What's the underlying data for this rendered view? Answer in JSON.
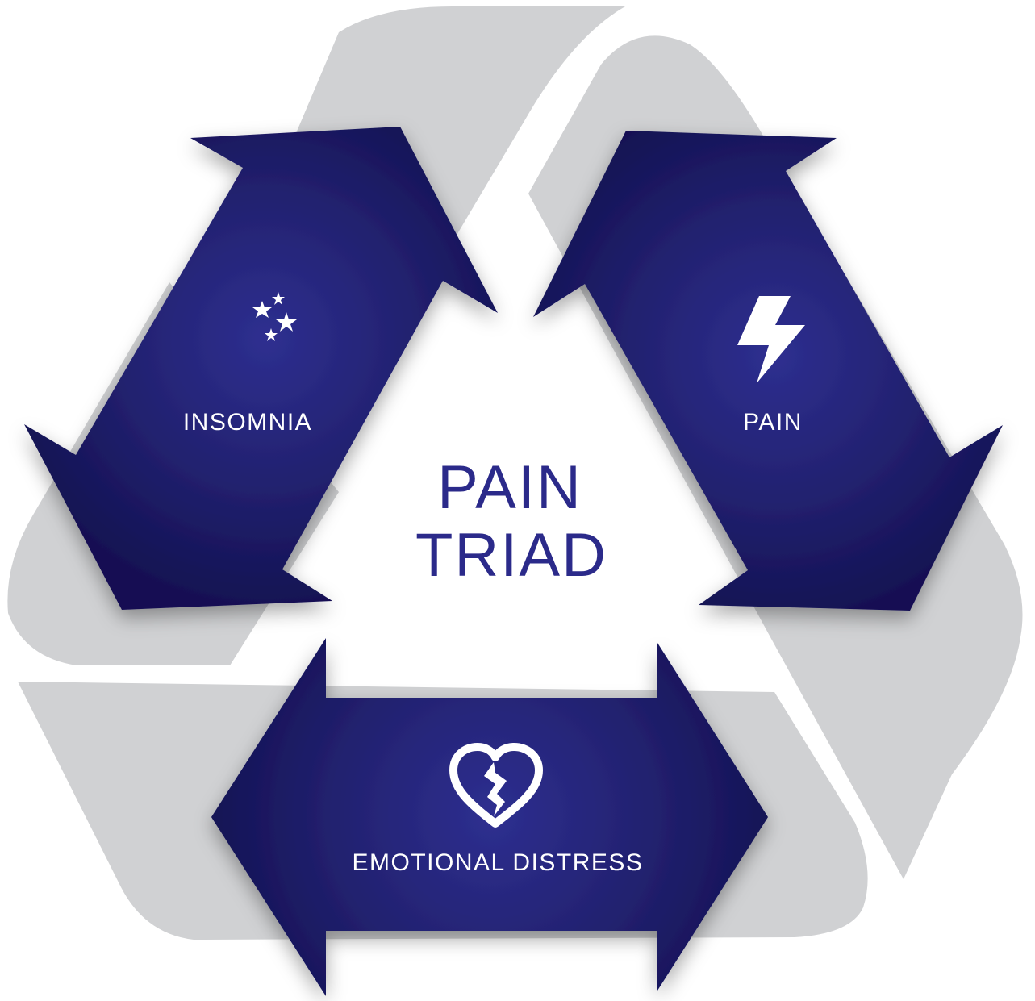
{
  "diagram": {
    "center": {
      "line1": "PAIN",
      "line2": "TRIAD"
    },
    "arrows": [
      {
        "id": "insomnia",
        "label": "INSOMNIA",
        "icon": "moon-stars-icon"
      },
      {
        "id": "pain",
        "label": "PAIN",
        "icon": "lightning-bolt-icon"
      },
      {
        "id": "emotional-distress",
        "label": "EMOTIONAL DISTRESS",
        "icon": "broken-heart-icon"
      }
    ]
  },
  "colors": {
    "background_ring": "#d0d1d3",
    "arrow_center": "#2d2e8c",
    "arrow_edge": "#141255",
    "label_text": "#ffffff",
    "center_text": "#2b2a8a",
    "icon": "#ffffff"
  }
}
